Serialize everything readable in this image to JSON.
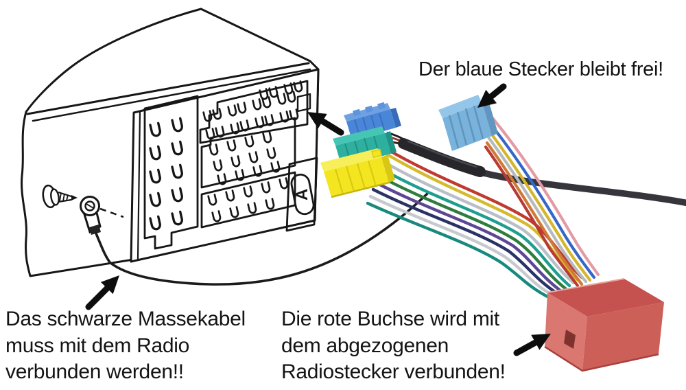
{
  "annotations": {
    "blue_connector_note": "Der blaue Stecker bleibt frei!",
    "ground_cable_note": "Das schwarze Massekabel\nmuss mit dem Radio\nverbunden werden!!",
    "red_socket_note": "Die rote Buchse wird mit\ndem abgezogenen\nRadiostecker verbunden!"
  },
  "diagram": {
    "radio_slot_label": "A",
    "colors": {
      "free_blue_connector": "#79b2da",
      "mini_iso_blue": "#4a86d8",
      "mini_iso_green": "#2db0a0",
      "mini_iso_yellow": "#f3e51f",
      "red_socket": "#da7770",
      "black_cable": "#2b2b2f",
      "line_art": "#161616"
    }
  }
}
